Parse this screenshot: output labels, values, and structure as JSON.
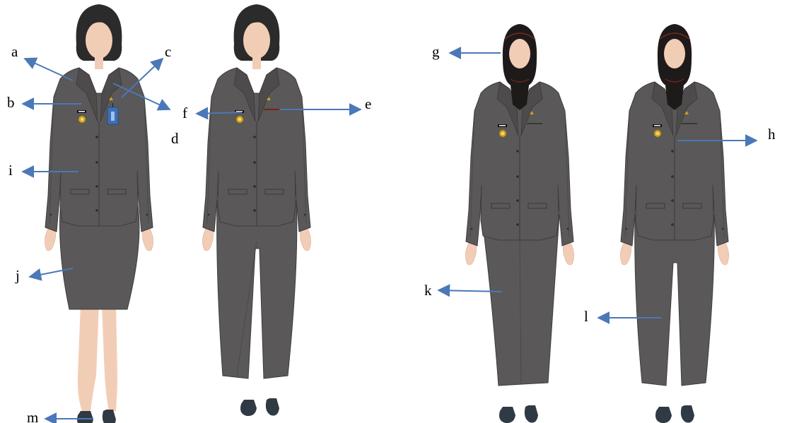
{
  "labels": {
    "a": "a",
    "b": "b",
    "c": "c",
    "d": "d",
    "e": "e",
    "f": "f",
    "g": "g",
    "h": "h",
    "i": "i",
    "j": "j",
    "k": "k",
    "l": "l",
    "m": "m"
  },
  "colors": {
    "suit": "#5a5858",
    "suit_dark": "#454444",
    "seam": "#3a3939",
    "skin": "#f2cdb6",
    "hair": "#2b2b2b",
    "scarf": "#1e1a1a",
    "scarf_trim": "#8a2a22",
    "shoe": "#2f3a44",
    "arrow": "#4a78b8",
    "badge": "#d4aa2a",
    "id_card": "#3e6fb4"
  }
}
